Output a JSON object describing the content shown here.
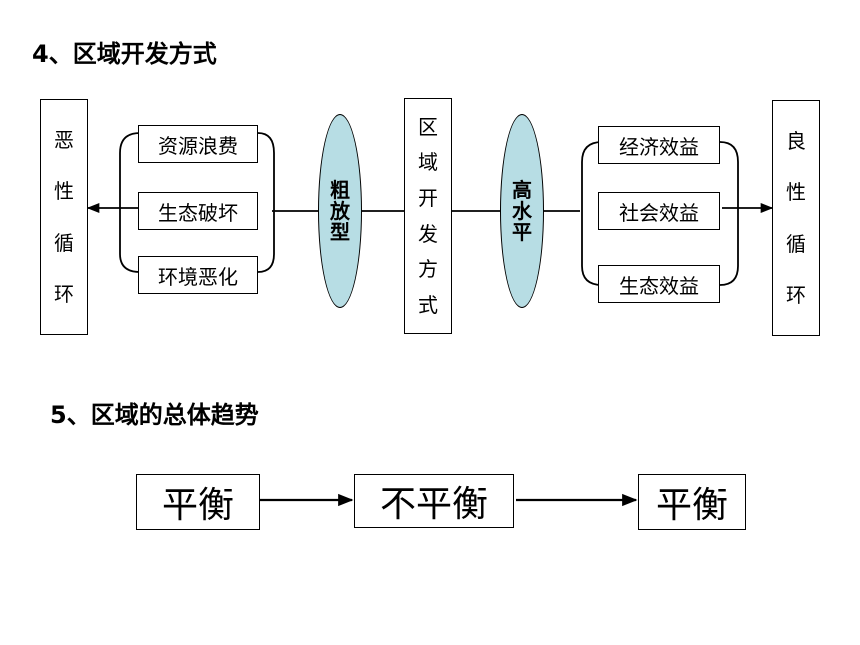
{
  "section4": {
    "title": "4、区域开发方式",
    "left_outcome": [
      "恶",
      "性",
      "循",
      "环"
    ],
    "left_items": [
      "资源浪费",
      "生态破坏",
      "环境恶化"
    ],
    "left_mode": [
      "粗",
      "放",
      "型"
    ],
    "center": [
      "区",
      "域",
      "开",
      "发",
      "方",
      "式"
    ],
    "right_mode": [
      "高",
      "水",
      "平"
    ],
    "right_items": [
      "经济效益",
      "社会效益",
      "生态效益"
    ],
    "right_outcome": [
      "良",
      "性",
      "循",
      "环"
    ]
  },
  "section5": {
    "title": "5、区域的总体趋势",
    "stages": [
      "平衡",
      "不平衡",
      "平衡"
    ]
  }
}
